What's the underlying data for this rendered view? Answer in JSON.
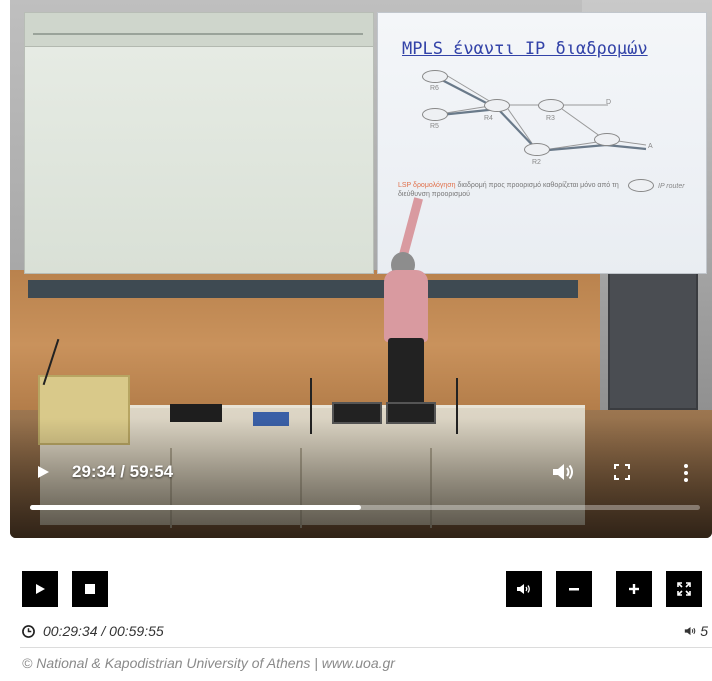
{
  "video": {
    "slide": {
      "title": "MPLS έναντι IP διαδρομών",
      "routers": [
        "R6",
        "R5",
        "R4",
        "R3",
        "R2"
      ],
      "nodes": [
        "D",
        "A"
      ],
      "caption_highlight": "LSP δρομολόγηση",
      "caption_text": "διαδρομή προς προορισμό καθορίζεται μόνο από τη διεύθυνση προορισμού",
      "legend": "IP router"
    },
    "overlay": {
      "time": "29:34 / 59:54",
      "progress": 0.494,
      "icons": {
        "play": "play-icon",
        "volume": "volume-icon",
        "fullscreen": "fullscreen-icon",
        "more": "more-vertical-icon"
      }
    }
  },
  "controls": {
    "icons": {
      "play": "play-icon",
      "stop": "stop-icon",
      "mute": "volume-icon",
      "volume_down": "minus-icon",
      "volume_up": "plus-icon",
      "fullscreen": "fullscreen-icon",
      "clock": "clock-icon"
    },
    "time": "00:29:34 / 00:59:55",
    "volume_level": "5"
  },
  "footer": {
    "copyright": "© National & Kapodistrian University of Athens | www.uoa.gr"
  },
  "colors": {
    "button_bg": "#000000",
    "slide_title": "#3343a8",
    "progress_fill": "#ffffff"
  }
}
